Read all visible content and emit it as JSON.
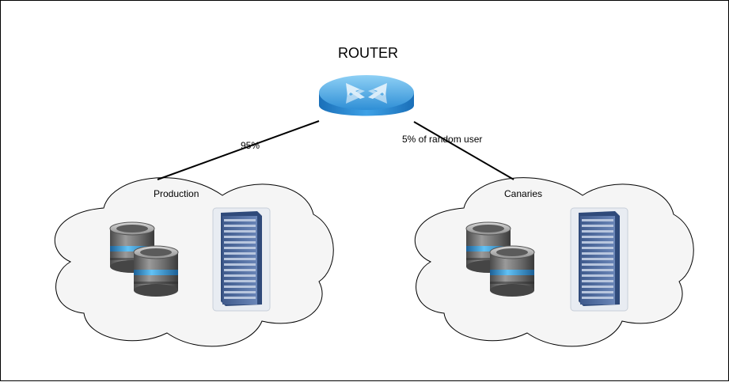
{
  "router": {
    "label": "ROUTER",
    "icon": "router-icon"
  },
  "links": [
    {
      "label": "95%"
    },
    {
      "label": "5% of random user"
    }
  ],
  "clouds": [
    {
      "label": "Production"
    },
    {
      "label": "Canaries"
    }
  ],
  "colors": {
    "cloud_fill": "#f5f5f5",
    "cloud_stroke": "#000000",
    "router_blue": "#1e7fc8",
    "server_blue": "#4d6a9c",
    "db_grey": "#7a7a7a",
    "db_band": "#3aa0e0"
  }
}
